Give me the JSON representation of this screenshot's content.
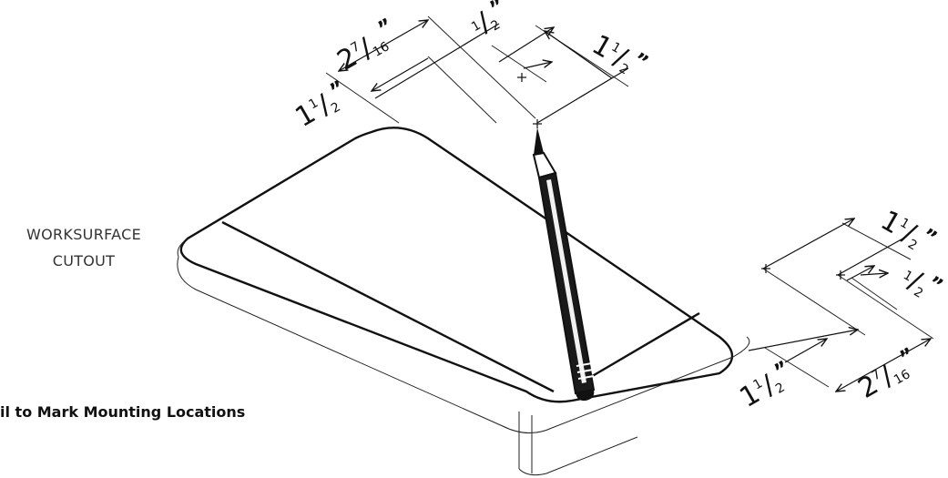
{
  "labels": {
    "cutout_line1": "WORKSURFACE",
    "cutout_line2": "CUTOUT",
    "caption": "il to Mark Mounting Locations"
  },
  "dimensions_top": {
    "a": {
      "whole": "2",
      "num": "7",
      "den": "16",
      "unit": "”"
    },
    "b": {
      "whole": "",
      "num": "1",
      "den": "2",
      "unit": "”"
    },
    "c": {
      "whole": "1",
      "num": "1",
      "den": "2",
      "unit": "”"
    },
    "d": {
      "whole": "1",
      "num": "1",
      "den": "2",
      "unit": "”"
    }
  },
  "dimensions_right": {
    "a": {
      "whole": "1",
      "num": "1",
      "den": "2",
      "unit": "”"
    },
    "b": {
      "whole": "",
      "num": "1",
      "den": "2",
      "unit": "”"
    },
    "c": {
      "whole": "1",
      "num": "1",
      "den": "2",
      "unit": "”"
    },
    "d": {
      "whole": "2",
      "num": "7",
      "den": "16",
      "unit": "”"
    }
  },
  "icons": {
    "pencil": "pencil-icon"
  }
}
